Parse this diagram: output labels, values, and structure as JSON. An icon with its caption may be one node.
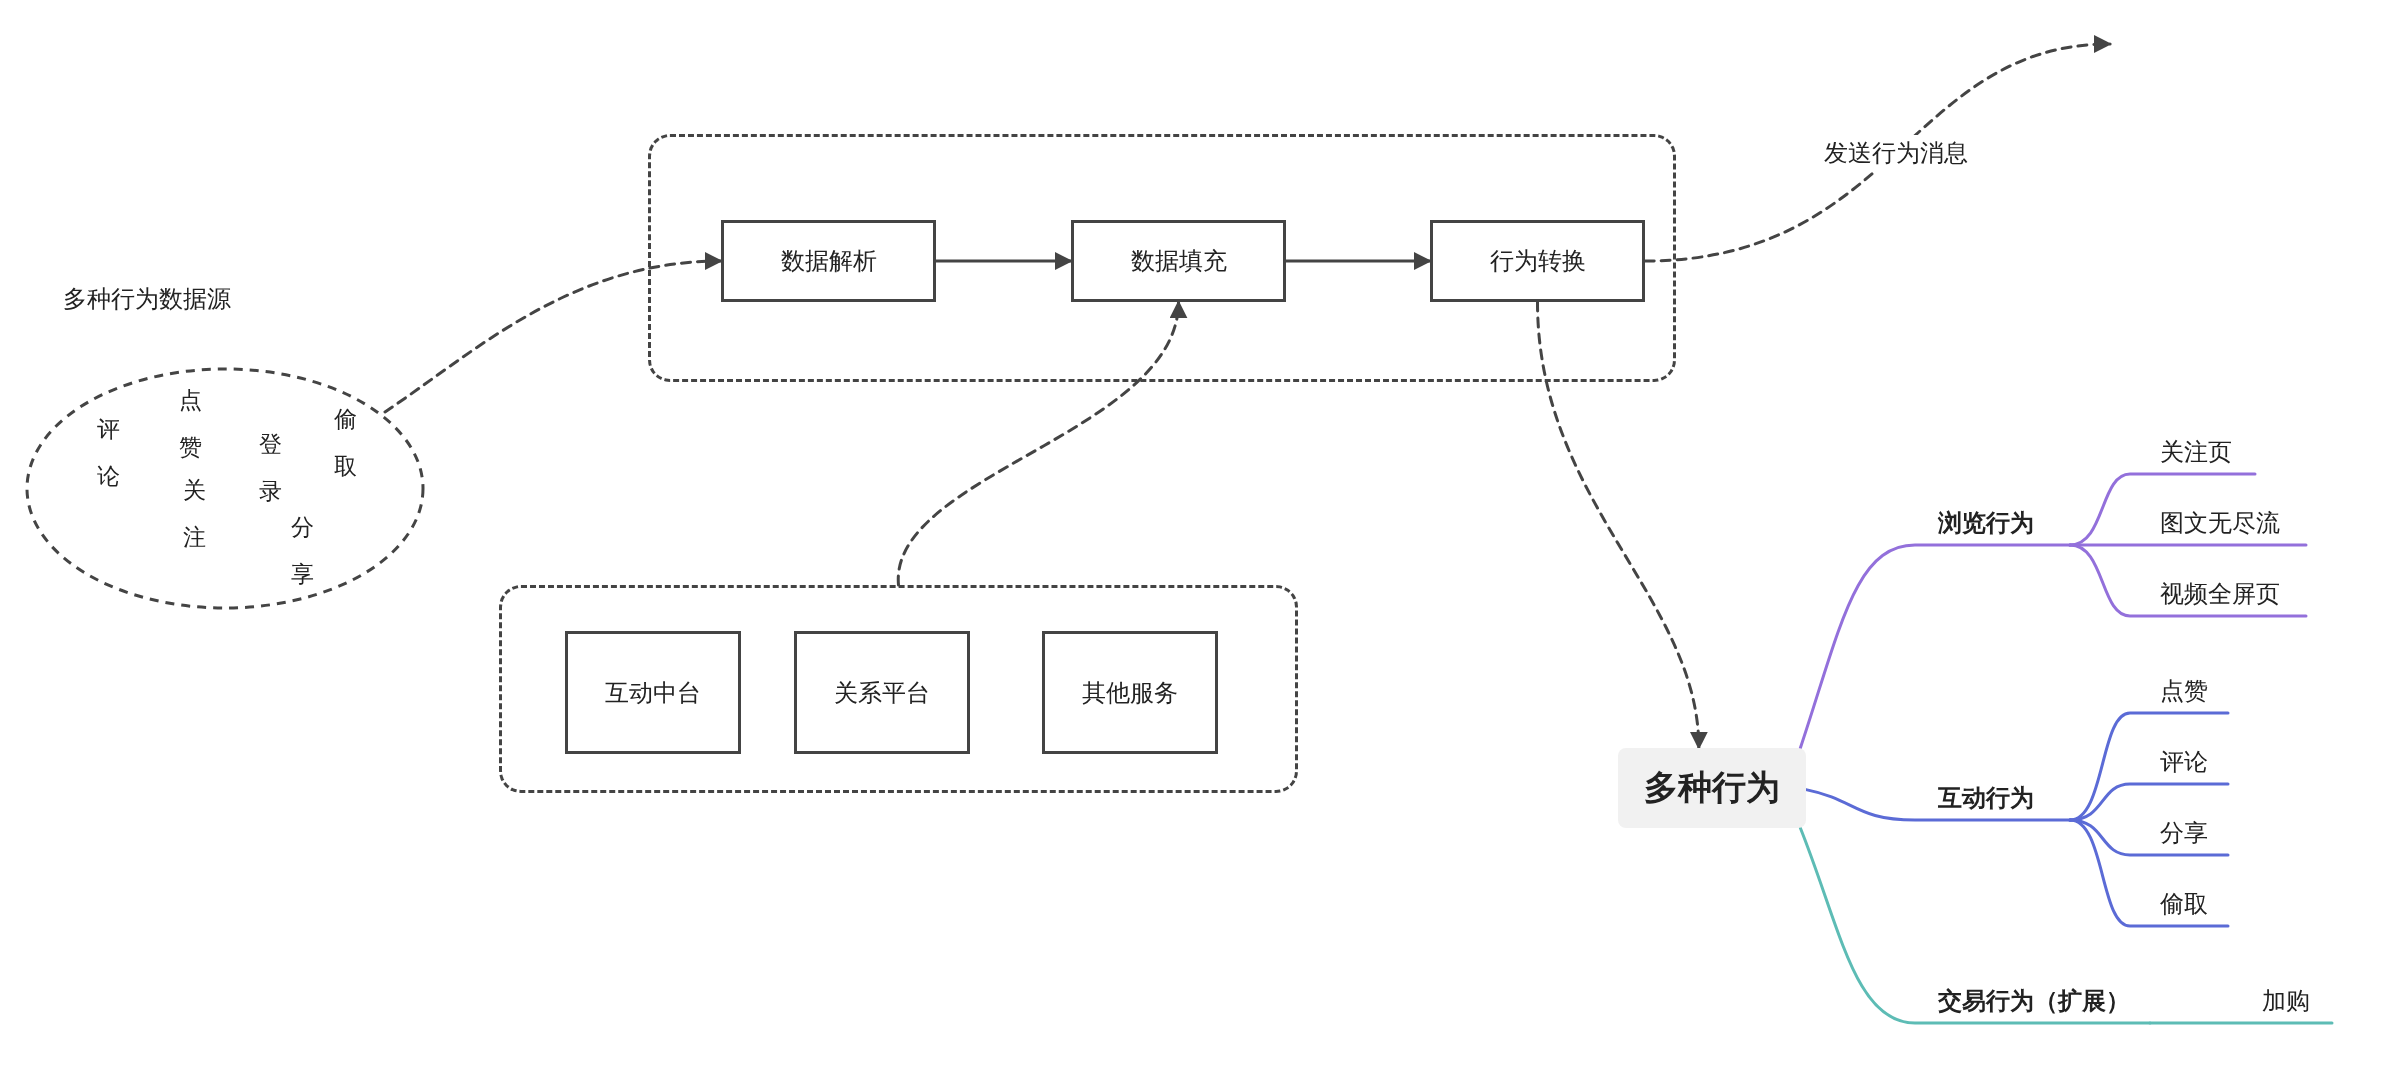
{
  "diagram": {
    "nodes": [
      {
        "text": [],
        "shape": "box"
      },
      {
        "text": [
          "数据解析"
        ],
        "in": 0
      },
      {
        "text": [
          "数据填充"
        ],
        "in": 0
      },
      {
        "text": [
          "行为转换"
        ],
        "in": 0
      },
      {
        "text": [
          "多种行为数据源",
          "评论",
          "点赞",
          "关注",
          "登录",
          "分享",
          "偷取"
        ]
      },
      {
        "text": [],
        "shape": "box"
      },
      {
        "text": [
          "互动中台"
        ],
        "in": 5
      },
      {
        "text": [
          "关系平台"
        ],
        "in": 5
      },
      {
        "text": [
          "其他服务"
        ],
        "in": 5
      },
      {
        "text": [
          "多种行为"
        ]
      },
      {
        "text": [
          "浏览行为"
        ]
      },
      {
        "text": [
          "关注页"
        ]
      },
      {
        "text": [
          "图文无尽流"
        ]
      },
      {
        "text": [
          "视频全屏页"
        ]
      },
      {
        "text": [
          "互动行为"
        ]
      },
      {
        "text": [
          "点赞"
        ]
      },
      {
        "text": [
          "评论"
        ]
      },
      {
        "text": [
          "分享"
        ]
      },
      {
        "text": [
          "偷取"
        ]
      },
      {
        "text": [
          "交易行为（扩展）"
        ]
      },
      {
        "text": [
          "加购"
        ]
      }
    ],
    "edges": [
      {
        "from": 1,
        "to": 2,
        "arrow": "to"
      },
      {
        "from": 2,
        "to": 3,
        "arrow": "to"
      },
      {
        "from": 4,
        "to": 1,
        "arrow": "to",
        "style": "dashed"
      },
      {
        "from": 5,
        "to": 2,
        "arrow": "to",
        "style": "dashed"
      },
      {
        "from": 3,
        "to": null,
        "arrow": "to",
        "style": "dashed",
        "label": "发送行为消息"
      },
      {
        "from": 3,
        "to": 9,
        "arrow": "to",
        "style": "dashed"
      },
      {
        "from": 9,
        "to": 10,
        "arrow": "none",
        "color": "#9370db"
      },
      {
        "from": 10,
        "to": 11,
        "arrow": "none",
        "color": "#9370db"
      },
      {
        "from": 10,
        "to": 12,
        "arrow": "none",
        "color": "#9370db"
      },
      {
        "from": 10,
        "to": 13,
        "arrow": "none",
        "color": "#9370db"
      },
      {
        "from": 9,
        "to": 14,
        "arrow": "none",
        "color": "#5b6bd6"
      },
      {
        "from": 14,
        "to": 15,
        "arrow": "none",
        "color": "#5b6bd6"
      },
      {
        "from": 14,
        "to": 16,
        "arrow": "none",
        "color": "#5b6bd6"
      },
      {
        "from": 14,
        "to": 17,
        "arrow": "none",
        "color": "#5b6bd6"
      },
      {
        "from": 14,
        "to": 18,
        "arrow": "none",
        "color": "#5b6bd6"
      },
      {
        "from": 9,
        "to": 19,
        "arrow": "none",
        "color": "#5dbcb5"
      },
      {
        "from": 19,
        "to": 20,
        "arrow": "none",
        "color": "#5dbcb5"
      }
    ]
  }
}
